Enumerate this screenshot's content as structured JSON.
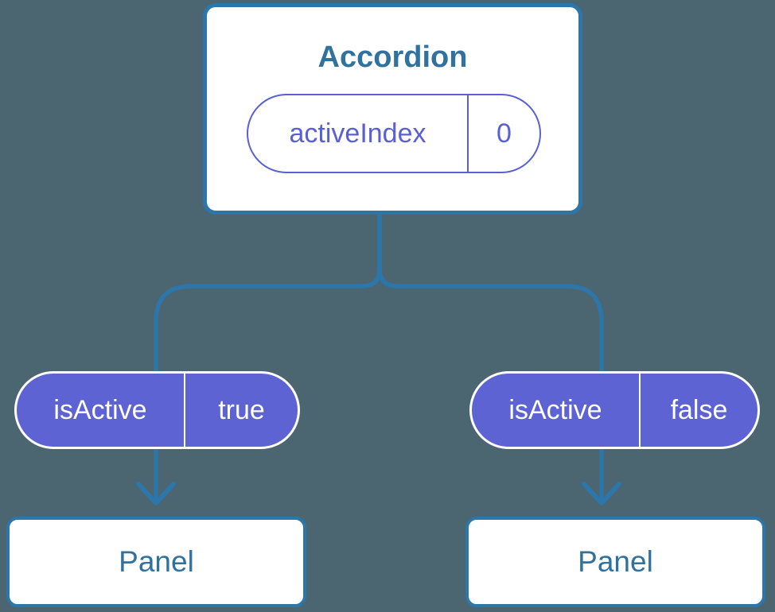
{
  "root": {
    "title": "Accordion",
    "prop_name": "activeIndex",
    "prop_value": "0"
  },
  "left_child": {
    "prop_name": "isActive",
    "prop_value": "true",
    "panel_label": "Panel"
  },
  "right_child": {
    "prop_name": "isActive",
    "prop_value": "false",
    "panel_label": "Panel"
  },
  "colors": {
    "background": "#4b6671",
    "line_blue": "#2c76a9",
    "node_fill": "#ffffff",
    "heading_text": "#2f719f",
    "pill_fill_purple": "#5e63d3",
    "pill_outline_purple": "#5a5fd6",
    "pill_text_white": "#ffffff"
  }
}
